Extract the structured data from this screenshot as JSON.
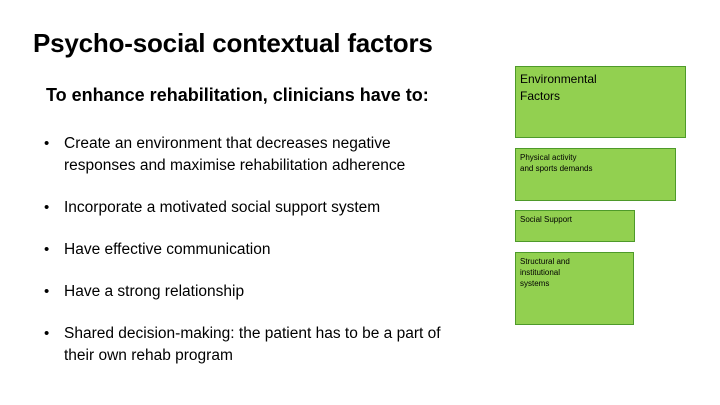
{
  "slide": {
    "title": "Psycho-social contextual factors",
    "subtitle": "To enhance rehabilitation, clinicians have to:"
  },
  "bullets": [
    {
      "text": "Create an environment that decreases negative responses and maximise rehabilitation adherence"
    },
    {
      "text": "Incorporate a motivated social support system"
    },
    {
      "text": "Have effective communication"
    },
    {
      "text": "Have a strong relationship"
    },
    {
      "text": "Shared decision-making: the patient has to be a part of their own rehab program"
    }
  ],
  "factor_boxes": {
    "environmental": "Environmental\nFactors",
    "physical_activity": "Physical activity\nand sports demands",
    "social_support": "Social Support",
    "structural": "Structural and\ninstitutional\nsystems"
  },
  "colors": {
    "box_fill": "#92d050",
    "box_border": "#4e9a2a"
  }
}
